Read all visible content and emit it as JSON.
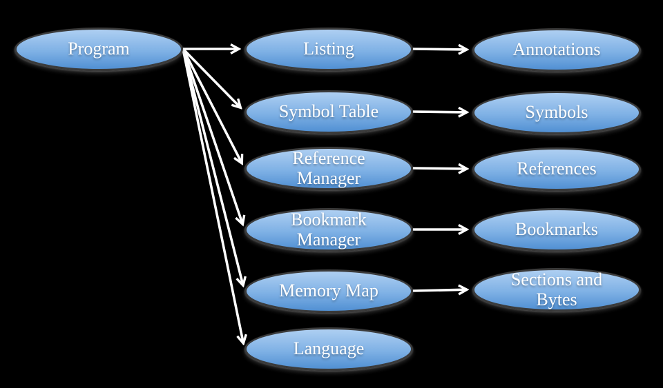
{
  "diagram": {
    "description": "Program structure diagram",
    "colors": {
      "background": "#000000",
      "node_fill_top": "#aecff2",
      "node_fill_mid": "#7fb1e5",
      "node_fill_bottom": "#5190d3",
      "node_border": "#3b3b3b",
      "text_color": "#ffffff",
      "arrow_color": "#ffffff"
    },
    "nodes": [
      {
        "id": "program",
        "label": "Program"
      },
      {
        "id": "listing",
        "label": "Listing"
      },
      {
        "id": "annotations",
        "label": "Annotations"
      },
      {
        "id": "symbol-table",
        "label": "Symbol Table"
      },
      {
        "id": "symbols",
        "label": "Symbols"
      },
      {
        "id": "reference-manager",
        "label": "Reference Manager",
        "lines": [
          "Reference",
          "Manager"
        ]
      },
      {
        "id": "references",
        "label": "References"
      },
      {
        "id": "bookmark-manager",
        "label": "Bookmark Manager",
        "lines": [
          "Bookmark",
          "Manager"
        ]
      },
      {
        "id": "bookmarks",
        "label": "Bookmarks"
      },
      {
        "id": "memory-map",
        "label": "Memory Map"
      },
      {
        "id": "sections-and-bytes",
        "label": "Sections and Bytes",
        "lines": [
          "Sections and",
          "Bytes"
        ]
      },
      {
        "id": "language",
        "label": "Language"
      }
    ],
    "edges": [
      {
        "from": "program",
        "to": "listing"
      },
      {
        "from": "program",
        "to": "symbol-table"
      },
      {
        "from": "program",
        "to": "reference-manager"
      },
      {
        "from": "program",
        "to": "bookmark-manager"
      },
      {
        "from": "program",
        "to": "memory-map"
      },
      {
        "from": "program",
        "to": "language"
      },
      {
        "from": "listing",
        "to": "annotations"
      },
      {
        "from": "symbol-table",
        "to": "symbols"
      },
      {
        "from": "reference-manager",
        "to": "references"
      },
      {
        "from": "bookmark-manager",
        "to": "bookmarks"
      },
      {
        "from": "memory-map",
        "to": "sections-and-bytes"
      }
    ]
  }
}
